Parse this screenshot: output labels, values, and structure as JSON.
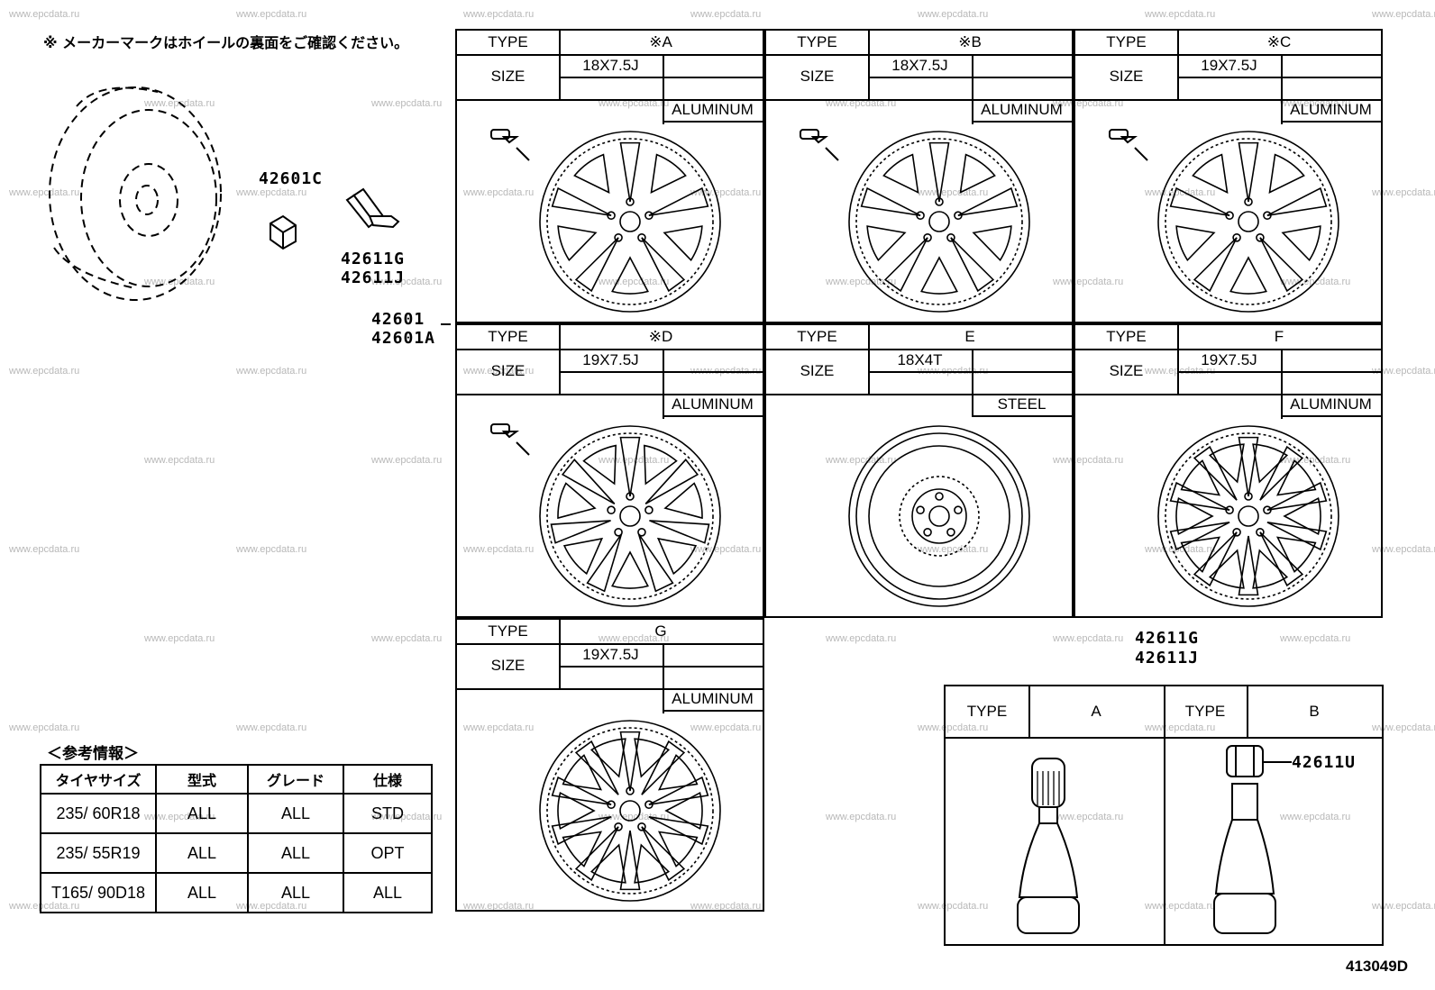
{
  "note": "※ メーカーマークはホイールの裏面をご確認ください。",
  "part_numbers": {
    "nut": "42601C",
    "valve": [
      "42611G",
      "42611J"
    ],
    "wheel": [
      "42601",
      "42601A"
    ],
    "valve_detail": [
      "42611G",
      "42611J"
    ],
    "cap": "42611U"
  },
  "wheel_types": [
    {
      "type_label": "TYPE",
      "type": "※A",
      "size_label": "SIZE",
      "size": "18X7.5J",
      "material": "ALUMINUM"
    },
    {
      "type_label": "TYPE",
      "type": "※B",
      "size_label": "SIZE",
      "size": "18X7.5J",
      "material": "ALUMINUM"
    },
    {
      "type_label": "TYPE",
      "type": "※C",
      "size_label": "SIZE",
      "size": "19X7.5J",
      "material": "ALUMINUM"
    },
    {
      "type_label": "TYPE",
      "type": "※D",
      "size_label": "SIZE",
      "size": "19X7.5J",
      "material": "ALUMINUM"
    },
    {
      "type_label": "TYPE",
      "type": "E",
      "size_label": "SIZE",
      "size": "18X4T",
      "material": "STEEL"
    },
    {
      "type_label": "TYPE",
      "type": "F",
      "size_label": "SIZE",
      "size": "19X7.5J",
      "material": "ALUMINUM"
    },
    {
      "type_label": "TYPE",
      "type": "G",
      "size_label": "SIZE",
      "size": "19X7.5J",
      "material": "ALUMINUM"
    }
  ],
  "valve_types": [
    {
      "type_label": "TYPE",
      "type": "A"
    },
    {
      "type_label": "TYPE",
      "type": "B"
    }
  ],
  "reference": {
    "heading": "＜参考情報＞",
    "headers": [
      "タイヤサイズ",
      "型式",
      "グレード",
      "仕様"
    ],
    "rows": [
      [
        "235/ 60R18",
        "ALL",
        "ALL",
        "STD"
      ],
      [
        "235/ 55R19",
        "ALL",
        "ALL",
        "OPT"
      ],
      [
        "T165/ 90D18",
        "ALL",
        "ALL",
        "ALL"
      ]
    ]
  },
  "diagram_code": "413049D",
  "watermark": "www.epcdata.ru"
}
